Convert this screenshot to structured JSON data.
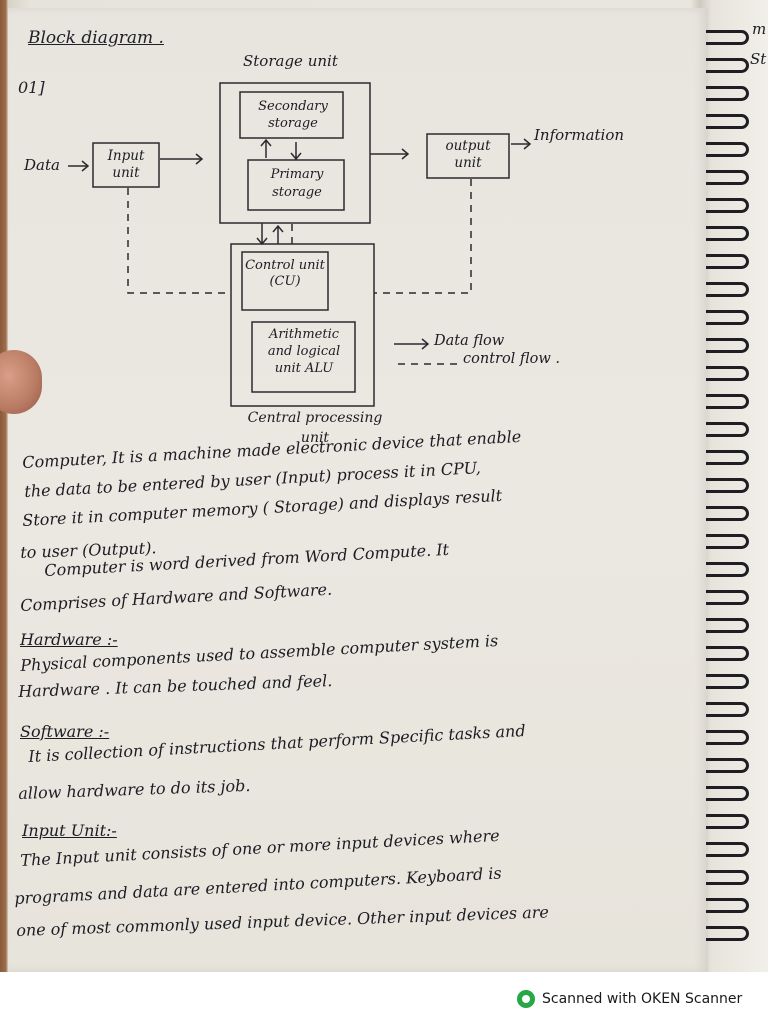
{
  "diagram": {
    "heading": "Block diagram .",
    "question_no": "01]",
    "storage_unit_label": "Storage unit",
    "secondary_storage": "Secondary storage",
    "primary_storage": "Primary storage",
    "data_label": "Data",
    "input_unit": "Input unit",
    "output_unit": "output unit",
    "information_label": "Information",
    "control_unit": "Control unit (CU)",
    "alu": "Arithmetic and logical unit ALU",
    "legend_data_flow": "Data flow",
    "legend_control_flow": "control flow .",
    "cpu_label": "Central processing unit"
  },
  "notes": {
    "lines": [
      "Computer, It is a machine made electronic device that enable",
      "the data to be entered by user (Input) process it in CPU,",
      "Store it in computer memory ( Storage) and displays result",
      "to user (Output).",
      "Computer is word derived from Word Compute. It",
      "Comprises of Hardware and Software.",
      "Hardware :-",
      "Physical components used to assemble computer system is",
      "Hardware . It can be touched and feel.",
      "Software :-",
      "It is collection of instructions that perform Specific tasks and",
      "allow hardware to do its job.",
      "Input Unit:-",
      "The Input unit consists of one or more input devices where",
      "programs and data are entered into computers. Keyboard is",
      "one of most commonly used input device. Other input devices are"
    ]
  },
  "adjacent_page": {
    "line1": "m",
    "line2": "St"
  },
  "footer": {
    "scanner_text": "Scanned with OKEN Scanner"
  }
}
